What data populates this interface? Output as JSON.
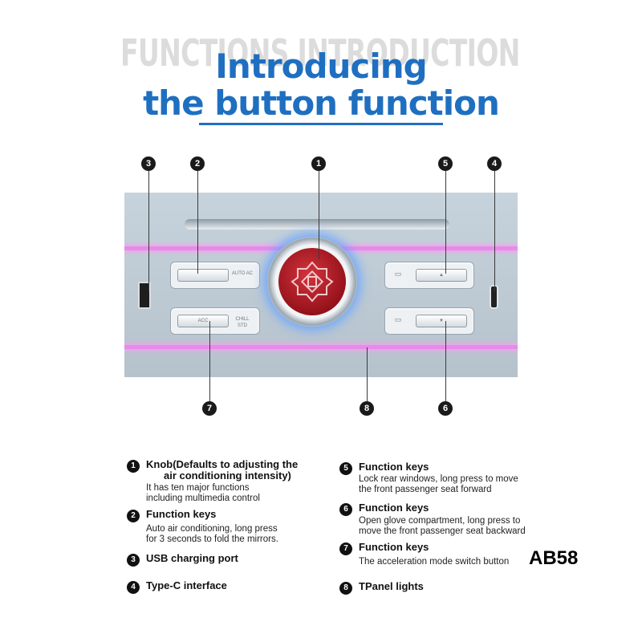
{
  "header": {
    "watermark": "FUNCTIONS INTRODUCTION",
    "title_line1": "Introducing",
    "title_line2": "the button function"
  },
  "callouts": [
    "1",
    "2",
    "3",
    "4",
    "5",
    "6",
    "7",
    "8"
  ],
  "panel": {
    "btn2_side": "AUTO AC",
    "btn7_key": "ACC",
    "btn7_side": "CHILL STD"
  },
  "legend": {
    "item1": {
      "num": "1",
      "title": "Knob(Defaults to adjusting the",
      "title2": "air conditioning intensity)",
      "desc1": "It has ten major functions",
      "desc2": "including multimedia control"
    },
    "item2": {
      "num": "2",
      "title": "Function keys",
      "desc1": "Auto air conditioning, long press",
      "desc2": "for 3 seconds to fold the mirrors."
    },
    "item3": {
      "num": "3",
      "title": "USB charging port"
    },
    "item4": {
      "num": "4",
      "title": "Type-C interface"
    },
    "item5": {
      "num": "5",
      "title": "Function keys",
      "desc1": "Lock rear windows, long press to move",
      "desc2": "the front passenger seat forward"
    },
    "item6": {
      "num": "6",
      "title": "Function keys",
      "desc1": "Open glove compartment, long press to",
      "desc2": "move the front passenger seat backward"
    },
    "item7": {
      "num": "7",
      "title": "Function keys",
      "desc1": "The acceleration mode switch button"
    },
    "item8": {
      "num": "8",
      "title": "TPanel lights"
    }
  },
  "product_code": "AB58",
  "colors": {
    "title_blue": "#1f6fc1",
    "glow_pink": "#e98ae9",
    "knob_red": "#b01e28"
  }
}
